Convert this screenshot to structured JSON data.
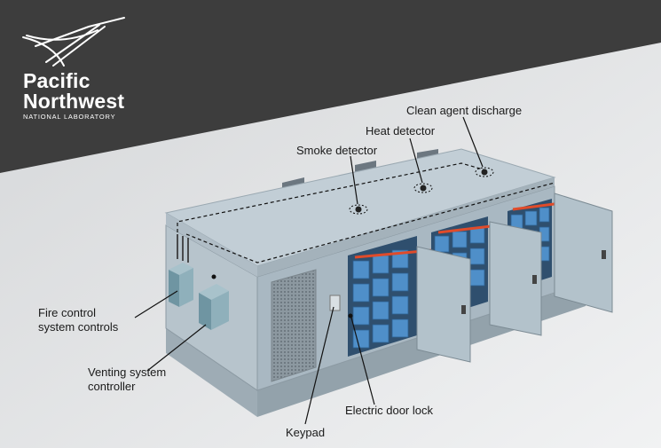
{
  "logo": {
    "line1": "Pacific",
    "line2": "Northwest",
    "line3": "NATIONAL LABORATORY"
  },
  "callouts": {
    "clean_agent": "Clean agent discharge",
    "heat_detector": "Heat detector",
    "smoke_detector": "Smoke detector",
    "fire_control_1": "Fire control",
    "fire_control_2": "system controls",
    "venting_1": "Venting system",
    "venting_2": "controller",
    "door_lock": "Electric door lock",
    "keypad": "Keypad"
  },
  "colors": {
    "banner": "#3d3d3d",
    "background": "#e6e7e8",
    "enclosure_top": "#c2ced6",
    "enclosure_front": "#a9b8c2",
    "enclosure_side": "#b7c4cc",
    "door": "#b3c2cb",
    "battery": "#4f8fc9",
    "heater_bar": "#e04b2a",
    "control_box": "#7fa4b0"
  }
}
